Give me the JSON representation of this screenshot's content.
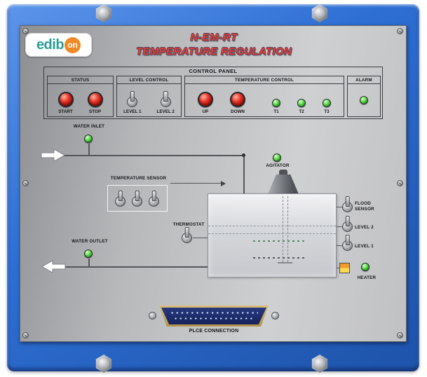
{
  "logo": {
    "part1": "edib",
    "part2": "on"
  },
  "title": {
    "line1": "N-EM-RT",
    "line2": "TEMPERATURE REGULATION"
  },
  "control_panel": {
    "title": "CONTROL PANEL",
    "status": {
      "title": "STATUS",
      "buttons": [
        {
          "label": "START"
        },
        {
          "label": "STOP"
        }
      ]
    },
    "level_control": {
      "title": "LEVEL CONTROL",
      "switches": [
        {
          "label": "LEVEL 1"
        },
        {
          "label": "LEVEL 2"
        }
      ]
    },
    "temperature_control": {
      "title": "TEMPERATURE CONTROL",
      "buttons": [
        {
          "label": "UP"
        },
        {
          "label": "DOWN"
        }
      ],
      "leds": [
        {
          "label": "T1"
        },
        {
          "label": "T2"
        },
        {
          "label": "T3"
        }
      ]
    },
    "alarm": {
      "title": "ALARM"
    }
  },
  "diagram": {
    "water_inlet_label": "WATER INLET",
    "agitator_label": "AGITATOR",
    "temperature_sensor_label": "TEMPERATURE SENSOR",
    "thermostat_label": "THERMOSTAT",
    "water_outlet_label": "WATER OUTLET",
    "flood_sensor_label": "FLOOD SENSOR",
    "level2_label": "LEVEL 2",
    "level1_label": "LEVEL 1",
    "heater_label": "HEATER"
  },
  "connector": {
    "label": "PLCE CONNECTION"
  },
  "colors": {
    "frame_blue": "#2e6fd4",
    "panel_gray": "#b6b8ba",
    "title_red": "#ed3a2f",
    "logo_teal": "#2a9d97",
    "logo_orange": "#f08a24",
    "led_green": "#54d83f",
    "button_red": "#e63226"
  }
}
